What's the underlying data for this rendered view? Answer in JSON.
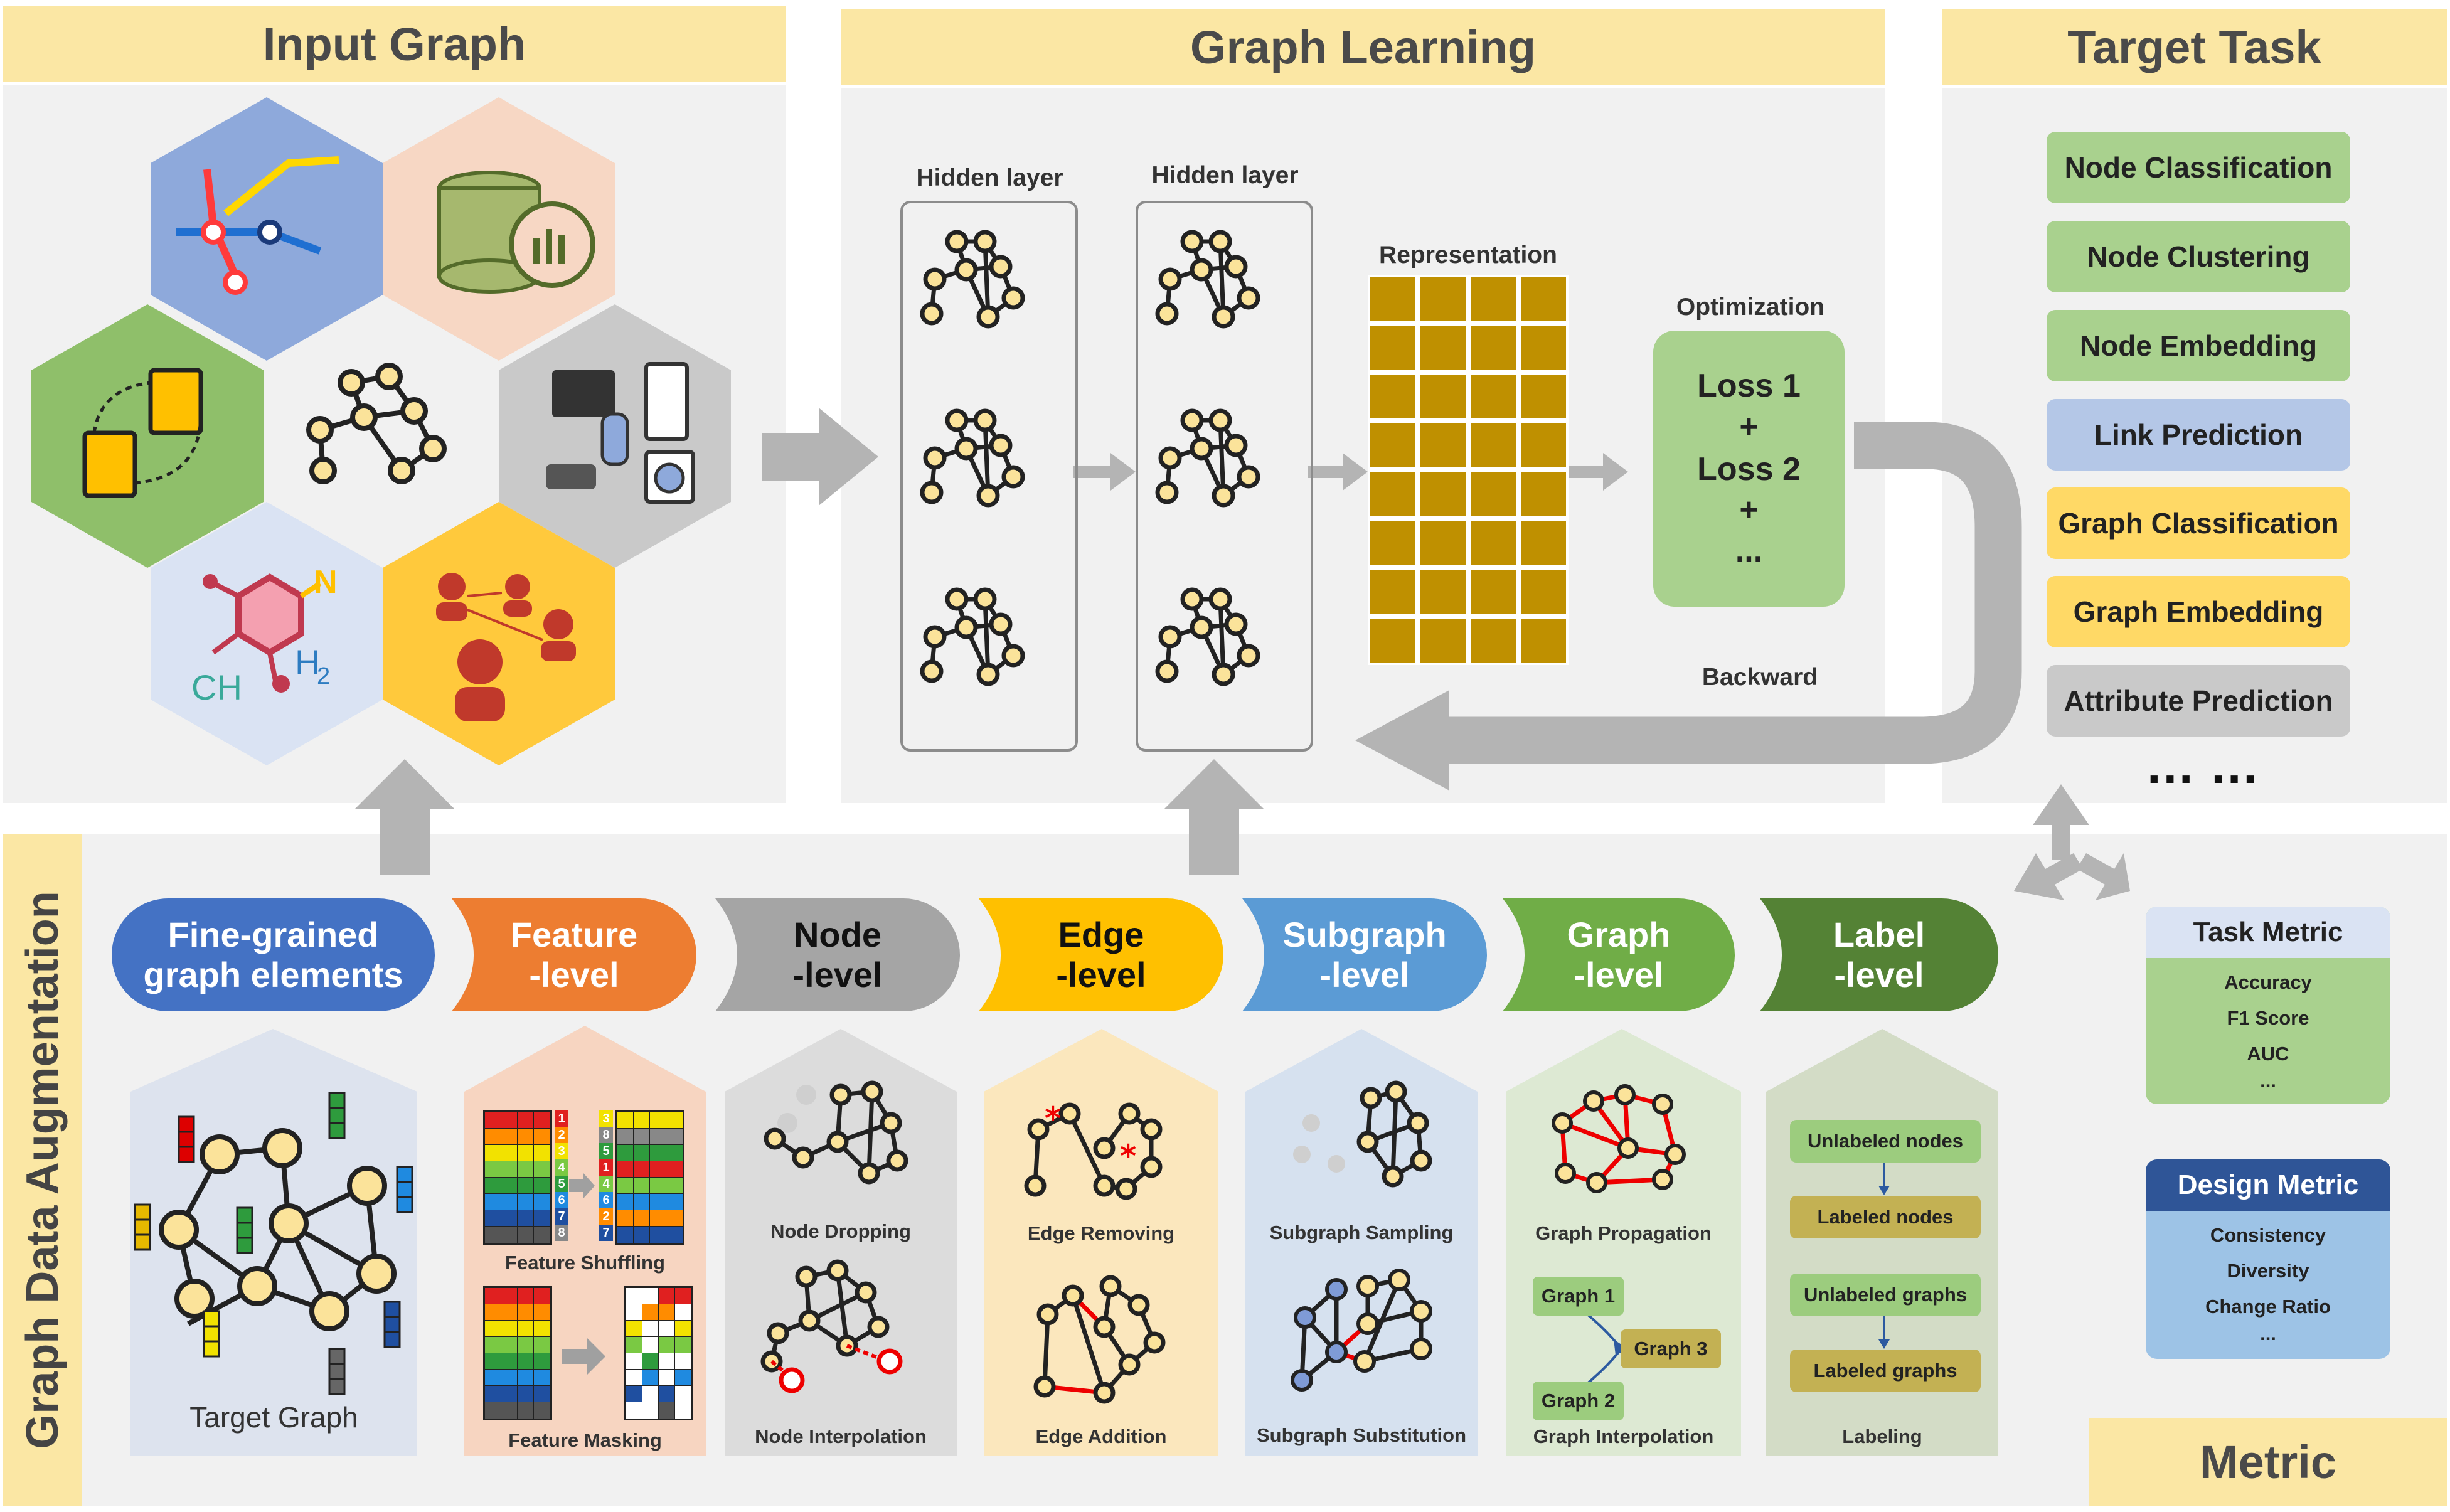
{
  "input_graph": {
    "title": "Input Graph",
    "molecule_labels": {
      "n": "N",
      "ch": "CH",
      "h2": "H",
      "h2_sub": "2"
    }
  },
  "graph_learning": {
    "title": "Graph Learning",
    "hidden_layer_1": "Hidden layer",
    "hidden_layer_2": "Hidden layer",
    "representation": "Representation",
    "optimization": "Optimization",
    "loss_lines": [
      "Loss 1",
      "+",
      "Loss 2",
      "+",
      "..."
    ],
    "backward": "Backward"
  },
  "target_task": {
    "title": "Target Task",
    "tasks": [
      {
        "label": "Node Classification",
        "color": "#a9d18e"
      },
      {
        "label": "Node Clustering",
        "color": "#a9d18e"
      },
      {
        "label": "Node Embedding",
        "color": "#a9d18e"
      },
      {
        "label": "Link Prediction",
        "color": "#b4c7e7"
      },
      {
        "label": "Graph Classification",
        "color": "#ffd966"
      },
      {
        "label": "Graph Embedding",
        "color": "#ffd966"
      },
      {
        "label": "Attribute Prediction",
        "color": "#c9c9c9"
      }
    ],
    "more": "… …"
  },
  "augmentation": {
    "title": "Graph Data Augmentation",
    "levels": [
      {
        "label": "Fine-grained\ngraph elements",
        "color": "#4472c4"
      },
      {
        "label": "Feature\n-level",
        "color": "#ed7d31"
      },
      {
        "label": "Node\n-level",
        "color": "#a5a5a5"
      },
      {
        "label": "Edge\n-level",
        "color": "#ffc000"
      },
      {
        "label": "Subgraph\n-level",
        "color": "#5b9bd5"
      },
      {
        "label": "Graph\n-level",
        "color": "#70ad47"
      },
      {
        "label": "Label\n-level",
        "color": "#548235"
      }
    ],
    "target_graph": "Target Graph",
    "feature_shuffling": "Feature Shuffling",
    "feature_masking": "Feature Masking",
    "node_dropping": "Node Dropping",
    "node_interpolation": "Node Interpolation",
    "edge_removing": "Edge Removing",
    "edge_addition": "Edge Addition",
    "subgraph_sampling": "Subgraph Sampling",
    "subgraph_substitution": "Subgraph Substitution",
    "graph_propagation": "Graph Propagation",
    "graph_interpolation": "Graph Interpolation",
    "graph_1": "Graph 1",
    "graph_2": "Graph 2",
    "graph_3": "Graph 3",
    "labeling": "Labeling",
    "unlabeled_nodes": "Unlabeled nodes",
    "labeled_nodes": "Labeled nodes",
    "unlabeled_graphs": "Unlabeled graphs",
    "labeled_graphs": "Labeled graphs",
    "shuffle_before": [
      "1",
      "2",
      "3",
      "4",
      "5",
      "6",
      "7",
      "8"
    ],
    "shuffle_after": [
      "3",
      "8",
      "5",
      "1",
      "4",
      "6",
      "2",
      "7"
    ]
  },
  "metric": {
    "title": "Metric",
    "task_metric": {
      "title": "Task Metric",
      "items": [
        "Accuracy",
        "F1 Score",
        "AUC",
        "..."
      ]
    },
    "design_metric": {
      "title": "Design Metric",
      "items": [
        "Consistency",
        "Diversity",
        "Change Ratio",
        "..."
      ]
    }
  }
}
